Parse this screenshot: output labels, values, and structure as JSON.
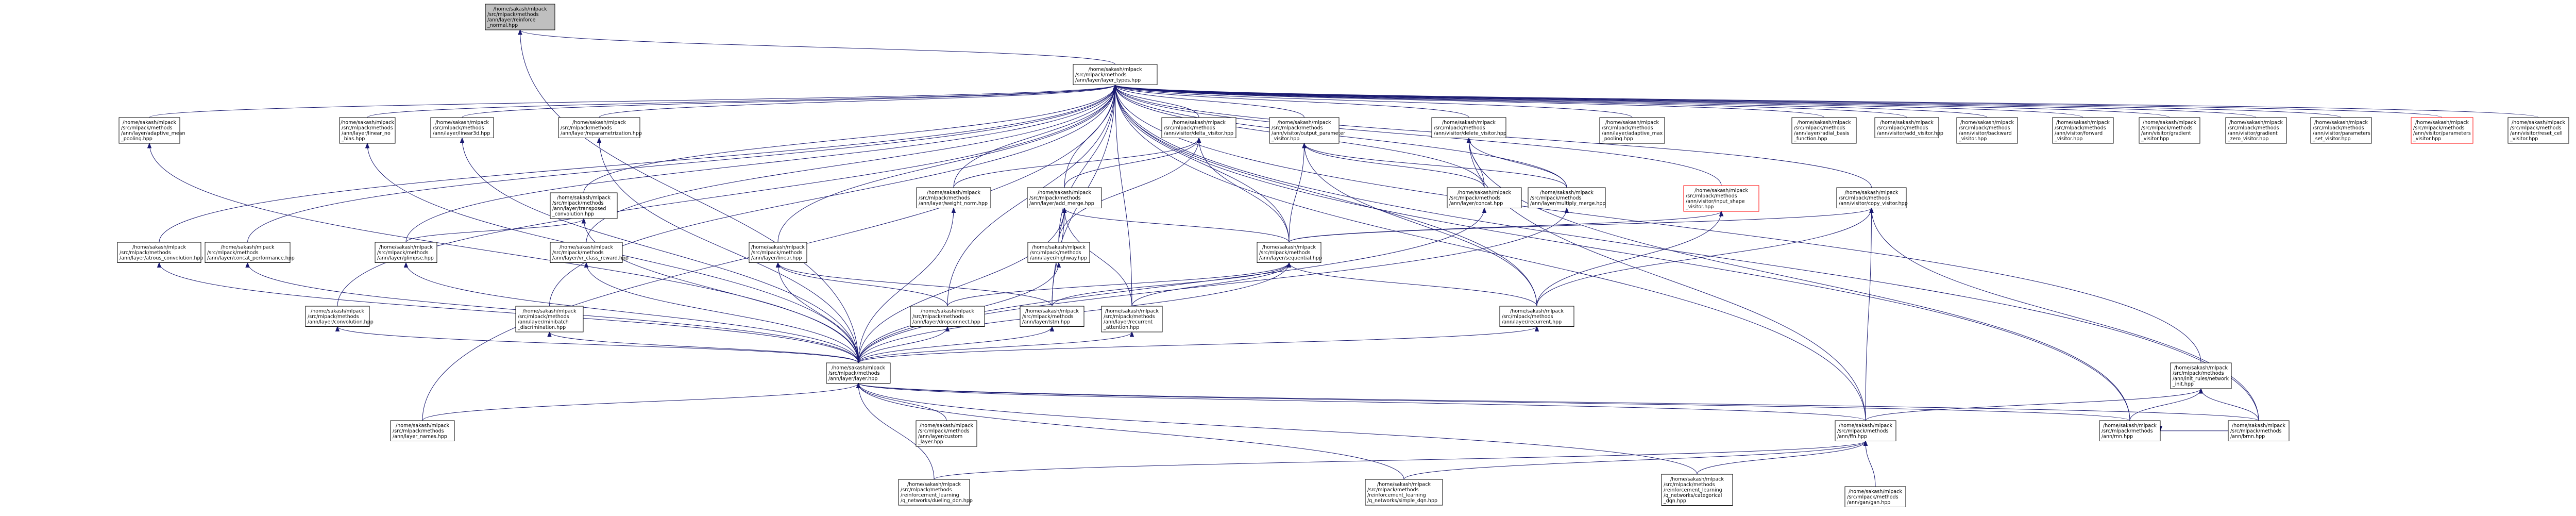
{
  "title": "",
  "colors": {
    "edge": "#191970",
    "root_fill": "#bfbfbf",
    "node_border": "#000000",
    "missing_border": "#ff0000",
    "background": "#ffffff"
  },
  "nodes": [
    {
      "id": "root",
      "label": [
        "/home/sakash/mlpack",
        "/src/mlpack/methods",
        "/ann/layer/reinforce",
        "_normal.hpp"
      ],
      "root": true
    },
    {
      "id": "types",
      "label": [
        "/home/sakash/mlpack",
        "/src/mlpack/methods",
        "/ann/layer/layer_types.hpp"
      ]
    },
    {
      "id": "adaptive_mean",
      "label": [
        "/home/sakash/mlpack",
        "/src/mlpack/methods",
        "/ann/layer/adaptive_mean",
        "_pooling.hpp"
      ]
    },
    {
      "id": "linear_nobias",
      "label": [
        "/home/sakash/mlpack",
        "/src/mlpack/methods",
        "/ann/layer/linear_no",
        "_bias.hpp"
      ]
    },
    {
      "id": "linear3d",
      "label": [
        "/home/sakash/mlpack",
        "/src/mlpack/methods",
        "/ann/layer/linear3d.hpp"
      ]
    },
    {
      "id": "reparam",
      "label": [
        "/home/sakash/mlpack",
        "/src/mlpack/methods",
        "/ann/layer/reparametrization.hpp"
      ]
    },
    {
      "id": "delta_visitor",
      "label": [
        "/home/sakash/mlpack",
        "/src/mlpack/methods",
        "/ann/visitor/delta_visitor.hpp"
      ]
    },
    {
      "id": "output_param",
      "label": [
        "/home/sakash/mlpack",
        "/src/mlpack/methods",
        "/ann/visitor/output_parameter",
        "_visitor.hpp"
      ]
    },
    {
      "id": "update_visitor",
      "label": [
        "/home/sakash/mlpack",
        "/src/mlpack/methods",
        "/ann/visitor/delete_visitor.hpp"
      ]
    },
    {
      "id": "adaptive_max",
      "label": [
        "/home/sakash/mlpack",
        "/src/mlpack/methods",
        "/ann/layer/adaptive_max",
        "_pooling.hpp"
      ]
    },
    {
      "id": "radial",
      "label": [
        "/home/sakash/mlpack",
        "/src/mlpack/methods",
        "/ann/layer/radial_basis",
        "_function.hpp"
      ]
    },
    {
      "id": "add_visitor",
      "label": [
        "/home/sakash/mlpack",
        "/src/mlpack/methods",
        "/ann/visitor/add_visitor.hpp"
      ]
    },
    {
      "id": "backward",
      "label": [
        "/home/sakash/mlpack",
        "/src/mlpack/methods",
        "/ann/visitor/backward",
        "_visitor.hpp"
      ]
    },
    {
      "id": "forward",
      "label": [
        "/home/sakash/mlpack",
        "/src/mlpack/methods",
        "/ann/visitor/forward",
        "_visitor.hpp"
      ]
    },
    {
      "id": "gradient",
      "label": [
        "/home/sakash/mlpack",
        "/src/mlpack/methods",
        "/ann/visitor/gradient",
        "_visitor.hpp"
      ]
    },
    {
      "id": "gradient_zero",
      "label": [
        "/home/sakash/mlpack",
        "/src/mlpack/methods",
        "/ann/visitor/gradient",
        "_zero_visitor.hpp"
      ]
    },
    {
      "id": "param_set",
      "label": [
        "/home/sakash/mlpack",
        "/src/mlpack/methods",
        "/ann/visitor/parameters",
        "_set_visitor.hpp"
      ]
    },
    {
      "id": "param_visitor",
      "label": [
        "/home/sakash/mlpack",
        "/src/mlpack/methods",
        "/ann/visitor/parameters",
        "_visitor.hpp"
      ],
      "red": true
    },
    {
      "id": "reset_cell",
      "label": [
        "/home/sakash/mlpack",
        "/src/mlpack/methods",
        "/ann/visitor/reset_cell",
        "_visitor.hpp"
      ]
    },
    {
      "id": "atrous",
      "label": [
        "/home/sakash/mlpack",
        "/src/mlpack/methods",
        "/ann/layer/atrous_convolution.hpp"
      ]
    },
    {
      "id": "concat_perf",
      "label": [
        "/home/sakash/mlpack",
        "/src/mlpack/methods",
        "/ann/layer/concat_performance.hpp"
      ]
    },
    {
      "id": "glimpse",
      "label": [
        "/home/sakash/mlpack",
        "/src/mlpack/methods",
        "/ann/layer/glimpse.hpp"
      ]
    },
    {
      "id": "transposed",
      "label": [
        "/home/sakash/mlpack",
        "/src/mlpack/methods",
        "/ann/layer/transposed",
        "_convolution.hpp"
      ]
    },
    {
      "id": "vr_class",
      "label": [
        "/home/sakash/mlpack",
        "/src/mlpack/methods",
        "/ann/layer/vr_class_reward.hpp"
      ]
    },
    {
      "id": "convolution",
      "label": [
        "/home/sakash/mlpack",
        "/src/mlpack/methods",
        "/ann/layer/convolution.hpp"
      ]
    },
    {
      "id": "minibatch",
      "label": [
        "/home/sakash/mlpack",
        "/src/mlpack/methods",
        "/ann/layer/minibatch",
        "_discrimination.hpp"
      ]
    },
    {
      "id": "linear",
      "label": [
        "/home/sakash/mlpack",
        "/src/mlpack/methods",
        "/ann/layer/linear.hpp"
      ]
    },
    {
      "id": "weight_norm",
      "label": [
        "/home/sakash/mlpack",
        "/src/mlpack/methods",
        "/ann/layer/weight_norm.hpp"
      ]
    },
    {
      "id": "add_merge",
      "label": [
        "/home/sakash/mlpack",
        "/src/mlpack/methods",
        "/ann/layer/add_merge.hpp"
      ]
    },
    {
      "id": "highway",
      "label": [
        "/home/sakash/mlpack",
        "/src/mlpack/methods",
        "/ann/layer/highway.hpp"
      ]
    },
    {
      "id": "sequential",
      "label": [
        "/home/sakash/mlpack",
        "/src/mlpack/methods",
        "/ann/layer/sequential.hpp"
      ]
    },
    {
      "id": "concat",
      "label": [
        "/home/sakash/mlpack",
        "/src/mlpack/methods",
        "/ann/layer/concat.hpp"
      ]
    },
    {
      "id": "multiply_merge",
      "label": [
        "/home/sakash/mlpack",
        "/src/mlpack/methods",
        "/ann/layer/multiply_merge.hpp"
      ]
    },
    {
      "id": "input_shape",
      "label": [
        "/home/sakash/mlpack",
        "/src/mlpack/methods",
        "/ann/visitor/input_shape",
        "_visitor.hpp"
      ],
      "red": true
    },
    {
      "id": "copy_visitor",
      "label": [
        "/home/sakash/mlpack",
        "/src/mlpack/methods",
        "/ann/visitor/copy_visitor.hpp"
      ]
    },
    {
      "id": "dropconnect",
      "label": [
        "/home/sakash/mlpack",
        "/src/mlpack/methods",
        "/ann/layer/dropconnect.hpp"
      ]
    },
    {
      "id": "lstm",
      "label": [
        "/home/sakash/mlpack",
        "/src/mlpack/methods",
        "/ann/layer/lstm.hpp"
      ]
    },
    {
      "id": "recurrent_attn",
      "label": [
        "/home/sakash/mlpack",
        "/src/mlpack/methods",
        "/ann/layer/recurrent",
        "_attention.hpp"
      ]
    },
    {
      "id": "recurrent",
      "label": [
        "/home/sakash/mlpack",
        "/src/mlpack/methods",
        "/ann/layer/recurrent.hpp"
      ]
    },
    {
      "id": "layer",
      "label": [
        "/home/sakash/mlpack",
        "/src/mlpack/methods",
        "/ann/layer/layer.hpp"
      ]
    },
    {
      "id": "init_rules",
      "label": [
        "/home/sakash/mlpack",
        "/src/mlpack/methods",
        "/ann/init_rules/network",
        "_init.hpp"
      ]
    },
    {
      "id": "layer_names",
      "label": [
        "/home/sakash/mlpack",
        "/src/mlpack/methods",
        "/ann/layer_names.hpp"
      ]
    },
    {
      "id": "custom",
      "label": [
        "/home/sakash/mlpack",
        "/src/mlpack/methods",
        "/ann/layer/custom",
        "_layer.hpp"
      ]
    },
    {
      "id": "ffn",
      "label": [
        "/home/sakash/mlpack",
        "/src/mlpack/methods",
        "/ann/ffn.hpp"
      ]
    },
    {
      "id": "rnn",
      "label": [
        "/home/sakash/mlpack",
        "/src/mlpack/methods",
        "/ann/rnn.hpp"
      ]
    },
    {
      "id": "brnn",
      "label": [
        "/home/sakash/mlpack",
        "/src/mlpack/methods",
        "/ann/brnn.hpp"
      ]
    },
    {
      "id": "dueling",
      "label": [
        "/home/sakash/mlpack",
        "/src/mlpack/methods",
        "/reinforcement_learning",
        "/q_networks/dueling_dqn.hpp"
      ]
    },
    {
      "id": "simple_dqn",
      "label": [
        "/home/sakash/mlpack",
        "/src/mlpack/methods",
        "/reinforcement_learning",
        "/q_networks/simple_dqn.hpp"
      ]
    },
    {
      "id": "categorical",
      "label": [
        "/home/sakash/mlpack",
        "/src/mlpack/methods",
        "/reinforcement_learning",
        "/q_networks/categorical",
        "_dqn.hpp"
      ]
    },
    {
      "id": "gan",
      "label": [
        "/home/sakash/mlpack",
        "/src/mlpack/methods",
        "/ann/gan/gan.hpp"
      ]
    }
  ]
}
